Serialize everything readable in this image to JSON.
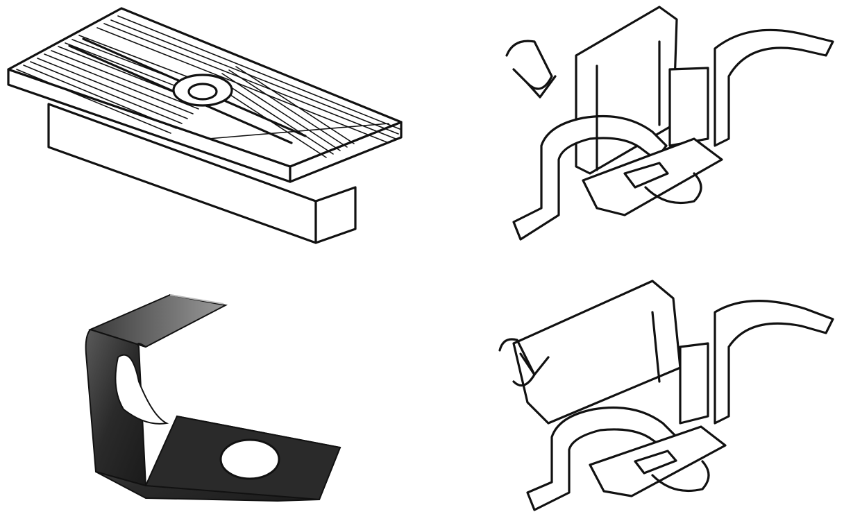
{
  "figure": {
    "background": "#ffffff",
    "line_color": "#111111",
    "bracket_tone_dark": "#202020",
    "bracket_tone_mid": "#5a5a5a",
    "bracket_tone_light": "#9a9a9a",
    "panels": [
      {
        "id": "rail-clamp",
        "icon": "grooved-rail-clamp-icon",
        "style": "line-drawing"
      },
      {
        "id": "double-clip-top",
        "icon": "double-spring-clip-icon",
        "style": "line-drawing"
      },
      {
        "id": "bent-bracket",
        "icon": "bent-metal-bracket-icon",
        "style": "shaded-photo"
      },
      {
        "id": "double-clip-bottom",
        "icon": "double-spring-clip-icon",
        "style": "line-drawing"
      }
    ]
  }
}
